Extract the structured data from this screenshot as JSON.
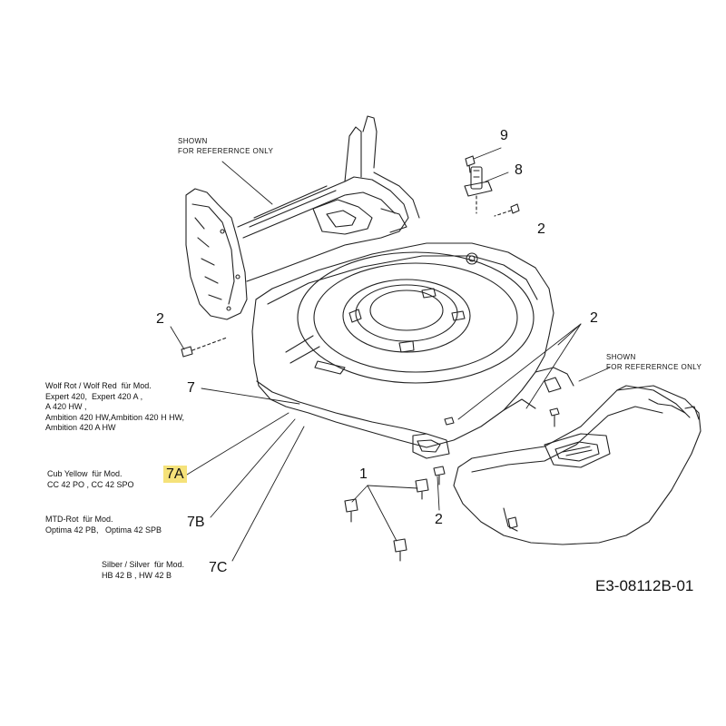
{
  "labels": {
    "c9": "9",
    "c8": "8",
    "c2_top_right": "2",
    "c2_left": "2",
    "c2_mid_right": "2",
    "c7": "7",
    "c7a": "7A",
    "c7b": "7B",
    "c7c": "7C",
    "c1": "1",
    "c2_bottom": "2"
  },
  "notes": {
    "shown_reference_left": "SHOWN\nFOR REFERERNCE ONLY",
    "shown_reference_right": "SHOWN\nFOR REFERERNCE ONLY"
  },
  "variants": {
    "v7": "Wolf Rot / Wolf Red  für Mod.\nExpert 420,  Expert 420 A ,\nA 420 HW ,\nAmbition 420 HW,Ambition 420 H HW,\nAmbition 420 A HW",
    "v7a": "Cub Yellow  für Mod.\nCC 42 PO , CC 42 SPO",
    "v7b": "MTD-Rot  für Mod.\nOptima 42 PB,   Optima 42 SPB",
    "v7c": "Silber / Silver  für Mod.\nHB 42 B , HW 42 B"
  },
  "drawing_code": "E3-08112B-01",
  "colors": {
    "line": "#222222",
    "highlight": "#f5e27a",
    "background": "#ffffff"
  }
}
